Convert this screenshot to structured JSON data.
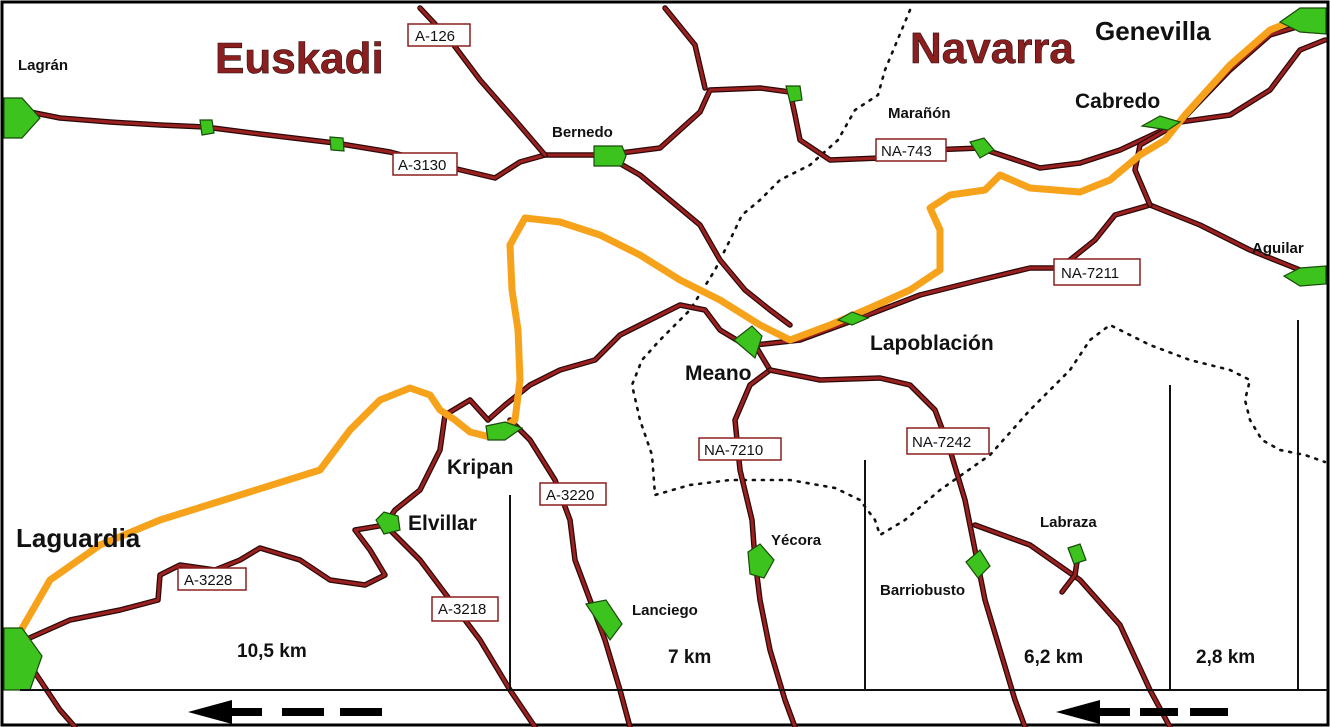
{
  "map": {
    "regions": [
      "Euskadi",
      "Navarra"
    ],
    "towns": {
      "lagran": "Lagrán",
      "bernedo": "Bernedo",
      "maranon": "Marañón",
      "genevilla": "Genevilla",
      "cabredo": "Cabredo",
      "aguilar": "Aguilar",
      "lapoblacion": "Lapoblación",
      "meano": "Meano",
      "kripan": "Kripan",
      "elvillar": "Elvillar",
      "laguardia": "Laguardia",
      "yecora": "Yécora",
      "labraza": "Labraza",
      "barriobusto": "Barriobusto",
      "lanciego": "Lanciego"
    },
    "roads": {
      "a126": "A-126",
      "a3130": "A-3130",
      "na743": "NA-743",
      "na7211": "NA-7211",
      "na7210": "NA-7210",
      "na7242": "NA-7242",
      "a3220": "A-3220",
      "a3228": "A-3228",
      "a3218": "A-3218"
    },
    "distances": [
      "10,5 km",
      "7 km",
      "6,2 km",
      "2,8 km"
    ],
    "colors": {
      "road": "#9b2121",
      "route": "#f7a21b",
      "town": "#3cc31e",
      "region_text": "#8b1f1f"
    },
    "icons": [
      "arrow-left-icon"
    ]
  }
}
